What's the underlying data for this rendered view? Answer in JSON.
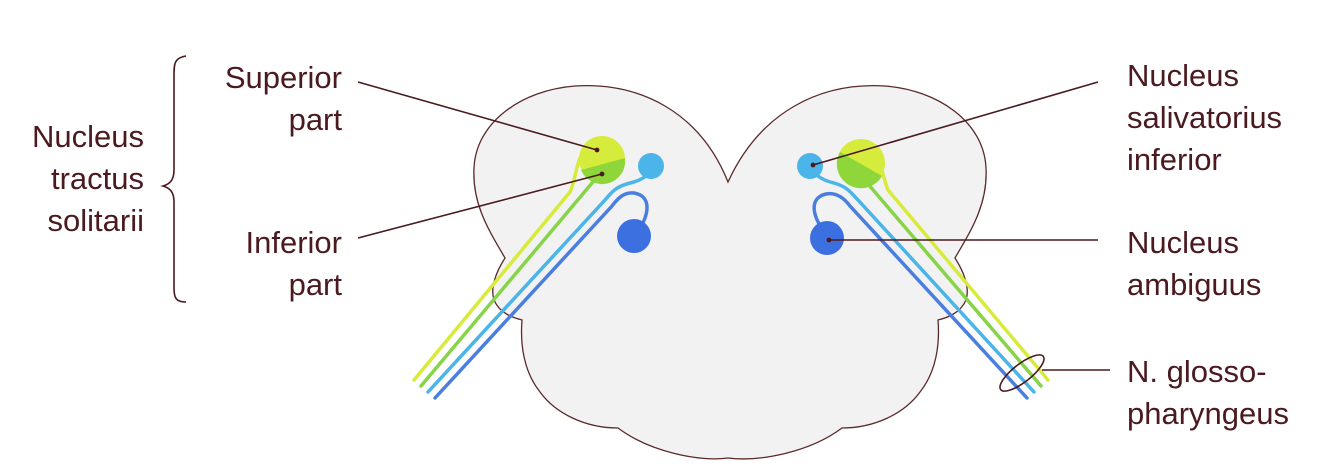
{
  "labels": {
    "nucleus_tractus_solitarii": [
      "Nucleus",
      "tractus",
      "solitarii"
    ],
    "superior_part": [
      "Superior",
      "part"
    ],
    "inferior_part": [
      "Inferior",
      "part"
    ],
    "nucleus_salivatorius_inferior": [
      "Nucleus",
      "salivatorius",
      "inferior"
    ],
    "nucleus_ambiguus": [
      "Nucleus",
      "ambiguus"
    ],
    "n_glossopharyngeus": [
      "N. glosso-",
      "pharyngeus"
    ]
  },
  "colors": {
    "label_text": "#4a1a1f",
    "leader_line": "#4a1a1f",
    "medulla_fill": "#f2f2f2",
    "medulla_outline": "#5a2a2a",
    "superior_part": "#d6ec3c",
    "inferior_part": "#8ed63a",
    "salivatorius": "#4bb4e8",
    "ambiguus": "#3c6fe0",
    "fiber_yellow": "#d8ea3a",
    "fiber_green": "#88d448",
    "fiber_lightblue": "#4bb4e8",
    "fiber_blue": "#4a7fe0"
  }
}
